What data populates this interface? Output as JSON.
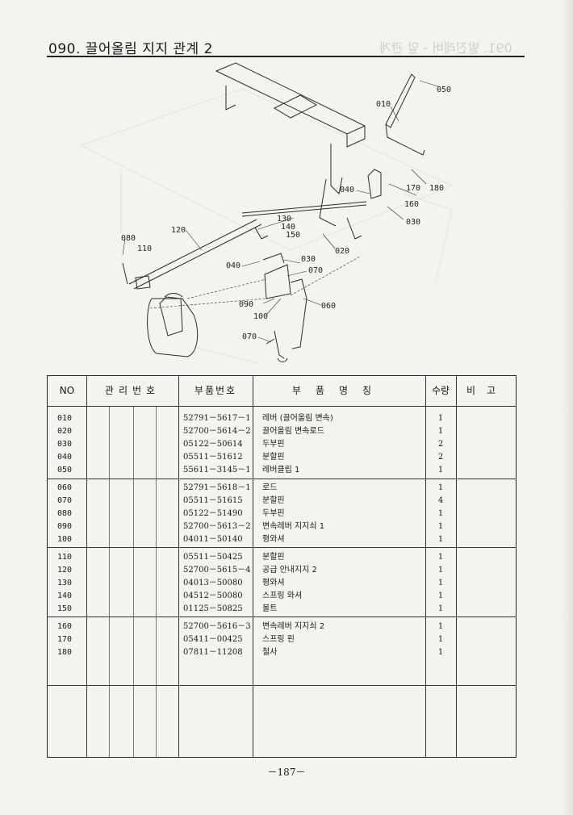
{
  "header": {
    "title": "090. 끌어올림 지지 관계 2",
    "ghost_title": "091. 발진레버 - 앞 관계"
  },
  "diagram": {
    "callouts": {
      "c010": "010",
      "c050": "050",
      "c040a": "040",
      "c170": "170",
      "c180": "180",
      "c160": "160",
      "c030a": "030",
      "c130": "130",
      "c140": "140",
      "c150": "150",
      "c120": "120",
      "c080": "080",
      "c110": "110",
      "c020": "020",
      "c040b": "040",
      "c030b": "030",
      "c070a": "070",
      "c090": "090",
      "c100": "100",
      "c060": "060",
      "c070b": "070"
    }
  },
  "table": {
    "headers": {
      "no": "NO",
      "mgmt": "관리번호",
      "part_no": "부품번호",
      "part_name": "부품명칭",
      "qty": "수량",
      "remark": "비고"
    },
    "groups": [
      {
        "rows": [
          {
            "no": "010",
            "part_no": "52791－5617－1",
            "name": "레버 (끌어올림 변속)",
            "qty": "1"
          },
          {
            "no": "020",
            "part_no": "52700－5614－2",
            "name": "끌어올림 변속로드",
            "qty": "1"
          },
          {
            "no": "030",
            "part_no": "05122－50614",
            "name": "두부핀",
            "qty": "2"
          },
          {
            "no": "040",
            "part_no": "05511－51612",
            "name": "분할핀",
            "qty": "2"
          },
          {
            "no": "050",
            "part_no": "55611－3145－1",
            "name": "레버클립 1",
            "qty": "1"
          }
        ]
      },
      {
        "rows": [
          {
            "no": "060",
            "part_no": "52791－5618－1",
            "name": "로드",
            "qty": "1"
          },
          {
            "no": "070",
            "part_no": "05511－51615",
            "name": "분할핀",
            "qty": "4"
          },
          {
            "no": "080",
            "part_no": "05122－51490",
            "name": "두부핀",
            "qty": "1"
          },
          {
            "no": "090",
            "part_no": "52700－5613－2",
            "name": "변속레버 지지쇠 1",
            "qty": "1"
          },
          {
            "no": "100",
            "part_no": "04011－50140",
            "name": "평와셔",
            "qty": "1"
          }
        ]
      },
      {
        "rows": [
          {
            "no": "110",
            "part_no": "05511－50425",
            "name": "분할핀",
            "qty": "1"
          },
          {
            "no": "120",
            "part_no": "52700－5615－4",
            "name": "공급 안내지지 2",
            "qty": "1"
          },
          {
            "no": "130",
            "part_no": "04013－50080",
            "name": "평와셔",
            "qty": "1"
          },
          {
            "no": "140",
            "part_no": "04512－50080",
            "name": "스프링 와셔",
            "qty": "1"
          },
          {
            "no": "150",
            "part_no": "01125－50825",
            "name": "볼트",
            "qty": "1"
          }
        ]
      },
      {
        "rows": [
          {
            "no": "160",
            "part_no": "52700－5616－3",
            "name": "변속레버 지지쇠 2",
            "qty": "1"
          },
          {
            "no": "170",
            "part_no": "05411－00425",
            "name": "스프링 핀",
            "qty": "1"
          },
          {
            "no": "180",
            "part_no": "07811－11208",
            "name": "철사",
            "qty": "1"
          }
        ]
      }
    ]
  },
  "footer": {
    "page_number": "－187－"
  }
}
